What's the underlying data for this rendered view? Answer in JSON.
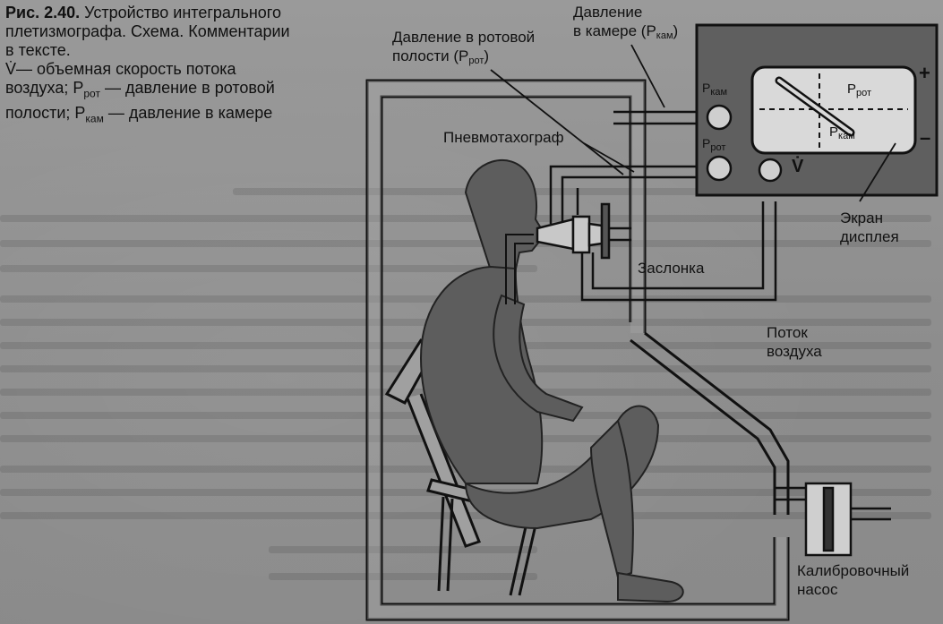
{
  "caption": {
    "figure_number": "Рис. 2.40.",
    "title_lines": [
      "Устройство интегрального",
      "плетизмографа. Схема. Комментарии",
      "в тексте."
    ],
    "legend_lines": [
      "V̇— объемная скорость потока",
      "воздуха; P",
      "рот",
      " — давление в ротовой",
      "полости; P",
      "кам",
      " — давление в камере"
    ]
  },
  "labels": {
    "chamber_pressure_1": "Давление",
    "chamber_pressure_2": "в камере (P",
    "chamber_pressure_sub": "кам",
    "chamber_pressure_end": ")",
    "mouth_pressure_1": "Давление в ротовой",
    "mouth_pressure_2": "полости (P",
    "mouth_pressure_sub": "рот",
    "mouth_pressure_end": ")",
    "pneumotachograph": "Пневмотахограф",
    "shutter": "Заслонка",
    "display_1": "Экран",
    "display_2": "дисплея",
    "airflow_1": "Поток",
    "airflow_2": "воздуха",
    "pump_1": "Калибровочный",
    "pump_2": "насос"
  },
  "device": {
    "sensor_kam": "P",
    "sensor_kam_sub": "кам",
    "sensor_rot": "P",
    "sensor_rot_sub": "рот",
    "sensor_v": "V̇",
    "screen_p_rot": "P",
    "screen_p_rot_sub": "рот",
    "screen_p_kam": "P",
    "screen_p_kam_sub": "кам",
    "plus": "+",
    "minus": "–"
  }
}
